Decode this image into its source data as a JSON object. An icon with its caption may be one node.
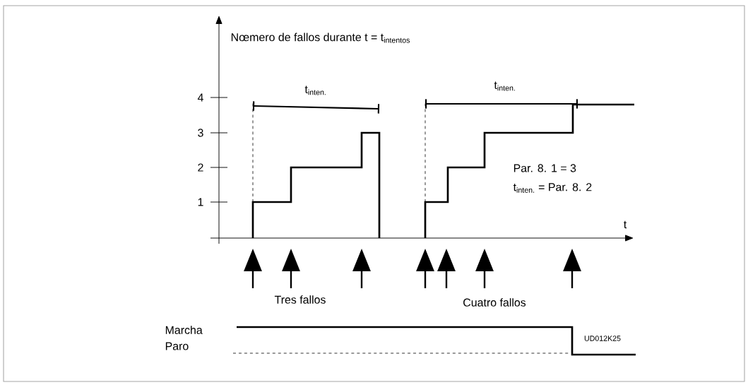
{
  "diagram": {
    "labels": [
      "Nœmero de fallos durante t = t$_{intentos}$",
      "t$_{inten.}$",
      "t$_{inten.}$",
      "4",
      "3",
      "Par. 8. 1 = 3",
      "t$_{inten.}$ = Par. 8. 2",
      "2",
      "1",
      "t",
      "Tres fallos",
      "Cuatro fallos",
      "Marcha",
      "UD012K25",
      "Paro"
    ]
  }
}
